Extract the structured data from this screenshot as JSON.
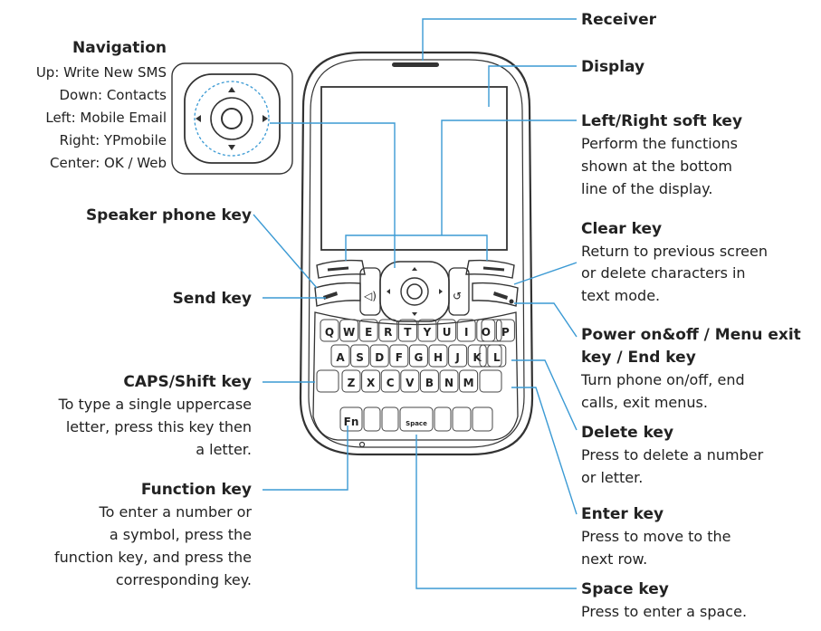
{
  "labels": {
    "navigation": {
      "title": "Navigation",
      "lines": [
        "Up: Write New SMS",
        "Down: Contacts",
        "Left: Mobile Email",
        "Right: YPmobile",
        "Center: OK / Web"
      ]
    },
    "speaker": {
      "title": "Speaker phone key"
    },
    "send": {
      "title": "Send key"
    },
    "caps": {
      "title": "CAPS/Shift key",
      "lines": [
        "To type a single uppercase",
        "letter, press this key then",
        "a letter."
      ]
    },
    "function": {
      "title": "Function key",
      "lines": [
        "To enter a number or",
        "a symbol, press the",
        "function key, and press the",
        "corresponding key."
      ]
    },
    "receiver": {
      "title": "Receiver"
    },
    "display": {
      "title": "Display"
    },
    "softkey": {
      "title": "Left/Right soft key",
      "lines": [
        "Perform the functions",
        "shown at the bottom",
        "line of the display."
      ]
    },
    "clear": {
      "title": "Clear key",
      "lines": [
        "Return to previous screen",
        "or delete characters in",
        "text mode."
      ]
    },
    "power": {
      "title_lines": [
        "Power on&off / Menu exit",
        "key / End key"
      ],
      "lines": [
        "Turn phone on/off, end",
        "calls, exit menus."
      ]
    },
    "delete": {
      "title": "Delete key",
      "lines": [
        "Press to delete a number",
        "or letter."
      ]
    },
    "enter": {
      "title": "Enter key",
      "lines": [
        "Press to move to the",
        "next row."
      ]
    },
    "space": {
      "title": "Space key",
      "lines": [
        "Press to enter a space."
      ]
    }
  },
  "keyboard": {
    "row1": [
      "Q",
      "W",
      "E",
      "R",
      "T",
      "Y",
      "U",
      "I",
      "O",
      "P"
    ],
    "row2": [
      "A",
      "S",
      "D",
      "F",
      "G",
      "H",
      "J",
      "K",
      "L"
    ],
    "row3": [
      "Z",
      "X",
      "C",
      "V",
      "B",
      "N",
      "M"
    ],
    "row4": [
      "Fn",
      "Space"
    ]
  },
  "colors": {
    "leader": "#3b9ad4",
    "outline": "#333333"
  }
}
